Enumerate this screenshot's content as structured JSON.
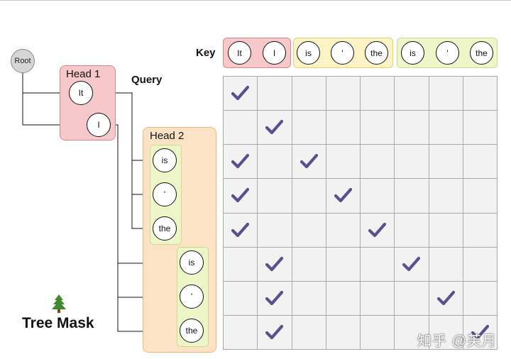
{
  "labels": {
    "key": "Key",
    "query": "Query",
    "head1": "Head 1",
    "head2": "Head 2",
    "tree_mask": "Tree Mask",
    "watermark": "知乎 @芙月"
  },
  "query_tree": {
    "root": "Root",
    "head1_tokens": [
      "It",
      "I"
    ],
    "head2_branch_a": [
      "is",
      "'",
      "the"
    ],
    "head2_branch_b": [
      "is",
      "'",
      "the"
    ]
  },
  "key_tokens": {
    "group1": [
      "It",
      "I"
    ],
    "group2": [
      "is",
      "'",
      "the"
    ],
    "group3": [
      "is",
      "'",
      "the"
    ]
  },
  "colors": {
    "head1_fill": "#f6c8c9",
    "head1_border": "#d9868a",
    "head2_fill": "#fde3c6",
    "head2_border": "#f0b676",
    "branch_fill": "#eef5c9",
    "branch_border": "#cfd98c",
    "key_yellow_fill": "#fbf3c3",
    "key_yellow_border": "#e6cf7a",
    "check": "#5b4f8f",
    "cell": "#f2f2f2"
  },
  "icons": [
    "tree-icon",
    "check-icon"
  ],
  "mask": [
    [
      1,
      0,
      0,
      0,
      0,
      0,
      0,
      0
    ],
    [
      0,
      1,
      0,
      0,
      0,
      0,
      0,
      0
    ],
    [
      1,
      0,
      1,
      0,
      0,
      0,
      0,
      0
    ],
    [
      1,
      0,
      0,
      1,
      0,
      0,
      0,
      0
    ],
    [
      1,
      0,
      0,
      0,
      1,
      0,
      0,
      0
    ],
    [
      0,
      1,
      0,
      0,
      0,
      1,
      0,
      0
    ],
    [
      0,
      1,
      0,
      0,
      0,
      0,
      1,
      0
    ],
    [
      0,
      1,
      0,
      0,
      0,
      0,
      0,
      1
    ]
  ]
}
